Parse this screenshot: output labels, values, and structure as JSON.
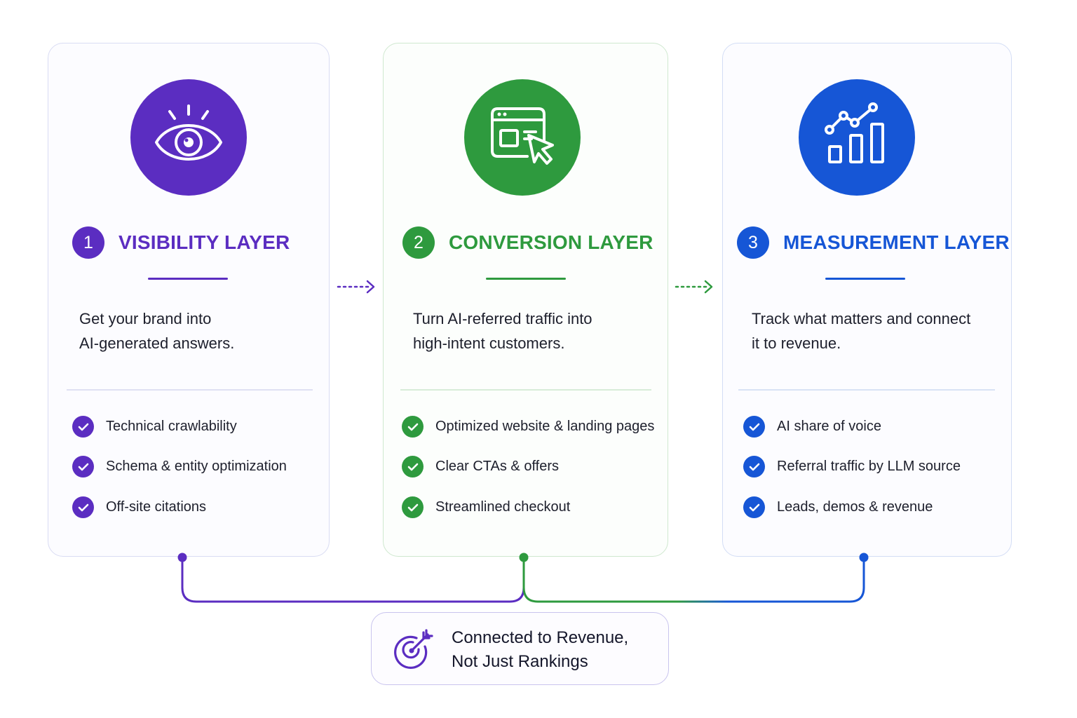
{
  "layers": [
    {
      "number": "1",
      "title": "VISIBILITY LAYER",
      "icon": "eye-icon",
      "color": "#5b2dc1",
      "description_line1": "Get your brand into",
      "description_line2": "AI-generated answers.",
      "items": [
        "Technical crawlability",
        "Schema & entity optimization",
        "Off-site citations"
      ]
    },
    {
      "number": "2",
      "title": "CONVERSION LAYER",
      "icon": "browser-cursor-icon",
      "color": "#2e9a3e",
      "description_line1": "Turn AI-referred traffic into",
      "description_line2": "high-intent customers.",
      "items": [
        "Optimized website & landing pages",
        "Clear CTAs & offers",
        "Streamlined checkout"
      ]
    },
    {
      "number": "3",
      "title": "MEASUREMENT LAYER",
      "icon": "bar-chart-trend-icon",
      "color": "#1656d6",
      "description_line1": "Track what matters and connect",
      "description_line2": "it to revenue.",
      "items": [
        "AI share of voice",
        "Referral traffic by LLM source",
        "Leads, demos & revenue"
      ]
    }
  ],
  "outcome": {
    "line1": "Connected to Revenue,",
    "line2": "Not Just Rankings",
    "icon": "target-arrow-icon"
  }
}
